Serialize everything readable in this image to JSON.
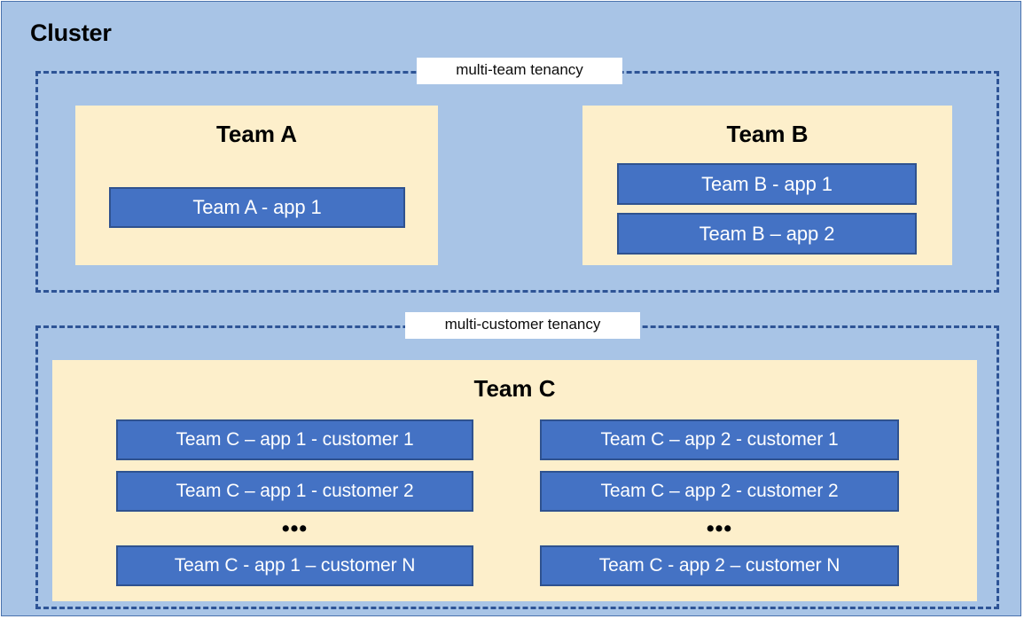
{
  "cluster": {
    "title": "Cluster",
    "background_color": "#a8c4e6",
    "border_color": "#4a72ad"
  },
  "colors": {
    "cluster_blue": "#a8c4e6",
    "dashed_border_navy": "#2e5496",
    "team_cream": "#fdefcb",
    "app_blue": "#4472c4",
    "app_blue_border": "#2f528f",
    "app_text": "#ffffff",
    "label_background": "#ffffff",
    "title_text": "#000000"
  },
  "tenancies": [
    {
      "id": "multi-team",
      "label": "multi-team tenancy"
    },
    {
      "id": "multi-customer",
      "label": "multi-customer tenancy"
    }
  ],
  "teams": [
    {
      "id": "team-a",
      "title": "Team A",
      "tenancy": "multi-team",
      "apps": [
        {
          "id": "app-a1",
          "label": "Team A - app 1"
        }
      ]
    },
    {
      "id": "team-b",
      "title": "Team B",
      "tenancy": "multi-team",
      "apps": [
        {
          "id": "app-b1",
          "label": "Team B - app 1"
        },
        {
          "id": "app-b2",
          "label": "Team B – app 2"
        }
      ]
    },
    {
      "id": "team-c",
      "title": "Team C",
      "tenancy": "multi-customer",
      "columns": [
        {
          "id": "team-c-app-1-column",
          "apps": [
            {
              "id": "app-c1-cust1",
              "label": "Team C – app 1 - customer 1"
            },
            {
              "id": "app-c1-cust2",
              "label": "Team C – app 1 - customer 2"
            },
            {
              "id": "app-c1-custN",
              "label": "Team C - app 1 – customer N"
            }
          ],
          "ellipsis": "•••"
        },
        {
          "id": "team-c-app-2-column",
          "apps": [
            {
              "id": "app-c2-cust1",
              "label": "Team C – app 2 - customer 1"
            },
            {
              "id": "app-c2-cust2",
              "label": "Team C – app 2 - customer 2"
            },
            {
              "id": "app-c2-custN",
              "label": "Team C - app 2 – customer N"
            }
          ],
          "ellipsis": "•••"
        }
      ]
    }
  ]
}
